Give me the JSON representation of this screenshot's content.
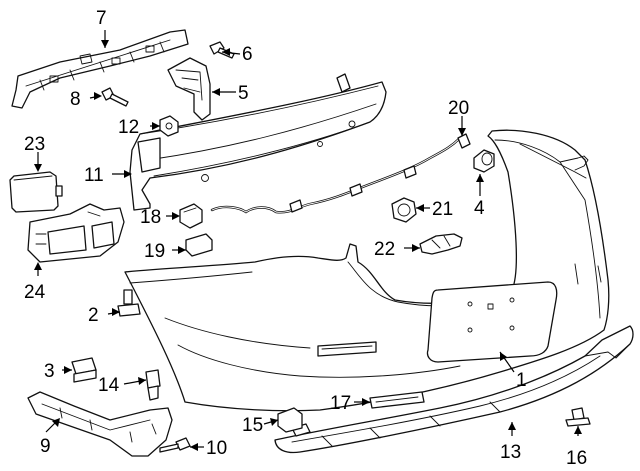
{
  "title": "",
  "callouts": [
    {
      "number": "1"
    },
    {
      "number": "2"
    },
    {
      "number": "3"
    },
    {
      "number": "4"
    },
    {
      "number": "5"
    },
    {
      "number": "6"
    },
    {
      "number": "7"
    },
    {
      "number": "8"
    },
    {
      "number": "9"
    },
    {
      "number": "10"
    },
    {
      "number": "11"
    },
    {
      "number": "12"
    },
    {
      "number": "13"
    },
    {
      "number": "14"
    },
    {
      "number": "15"
    },
    {
      "number": "16"
    },
    {
      "number": "17"
    },
    {
      "number": "18"
    },
    {
      "number": "19"
    },
    {
      "number": "20"
    },
    {
      "number": "21"
    },
    {
      "number": "22"
    },
    {
      "number": "23"
    },
    {
      "number": "24"
    }
  ],
  "colors": {
    "line": "#111111",
    "background": "#ffffff",
    "part_fill": "#ffffff"
  }
}
